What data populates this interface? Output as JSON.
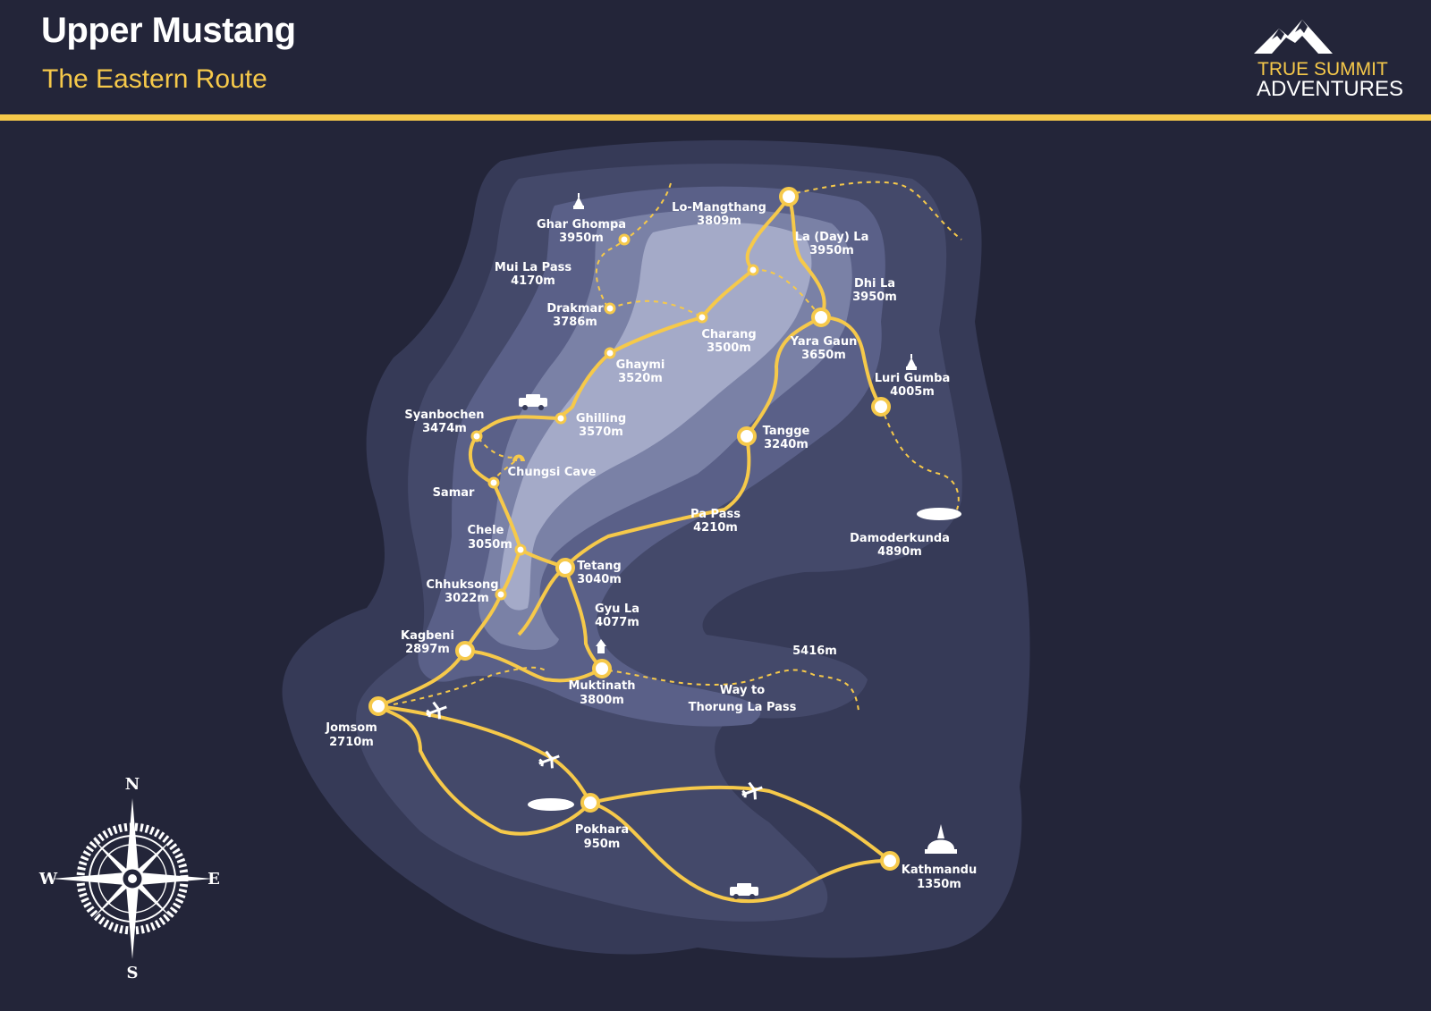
{
  "header": {
    "title": "Upper Mustang",
    "subtitle": "The Eastern Route"
  },
  "brand": {
    "line1": "TRUE SUMMIT",
    "line2": "ADVENTURES",
    "icon": "mountain-icon"
  },
  "colors": {
    "background": "#232539",
    "accent": "#f6c94a",
    "text": "#ffffff"
  },
  "places": [
    {
      "name": "Lo-Mangthang",
      "elevation": "3809m"
    },
    {
      "name": "Ghar Ghompa",
      "elevation": "3950m"
    },
    {
      "name": "La (Day) La",
      "elevation": "3950m"
    },
    {
      "name": "Mui La Pass",
      "elevation": "4170m"
    },
    {
      "name": "Dhi La",
      "elevation": "3950m"
    },
    {
      "name": "Drakmar",
      "elevation": "3786m"
    },
    {
      "name": "Charang",
      "elevation": "3500m"
    },
    {
      "name": "Yara Gaun",
      "elevation": "3650m"
    },
    {
      "name": "Ghaymi",
      "elevation": "3520m"
    },
    {
      "name": "Luri Gumba",
      "elevation": "4005m"
    },
    {
      "name": "Syanbochen",
      "elevation": "3474m"
    },
    {
      "name": "Ghilling",
      "elevation": "3570m"
    },
    {
      "name": "Tangge",
      "elevation": "3240m"
    },
    {
      "name": "Chungsi Cave",
      "elevation": ""
    },
    {
      "name": "Samar",
      "elevation": ""
    },
    {
      "name": "Pa Pass",
      "elevation": "4210m"
    },
    {
      "name": "Damoderkunda",
      "elevation": "4890m"
    },
    {
      "name": "Chele",
      "elevation": "3050m"
    },
    {
      "name": "Tetang",
      "elevation": "3040m"
    },
    {
      "name": "Chhuksong",
      "elevation": "3022m"
    },
    {
      "name": "Gyu La",
      "elevation": "4077m"
    },
    {
      "name": "Kagbeni",
      "elevation": "2897m"
    },
    {
      "name": "Muktinath",
      "elevation": "3800m"
    },
    {
      "name": "Way to",
      "elevation": "Thorung La Pass"
    },
    {
      "name": "Jomsom",
      "elevation": "2710m"
    },
    {
      "name": "Pokhara",
      "elevation": "950m"
    },
    {
      "name": "Kathmandu",
      "elevation": "1350m"
    }
  ],
  "peak_label": "5416m",
  "compass": {
    "n": "N",
    "s": "S",
    "e": "E",
    "w": "W"
  },
  "icons": [
    "stupa-icon",
    "temple-icon",
    "cave-icon",
    "jeep-icon",
    "airplane-icon",
    "lake-icon",
    "compass-rose-icon"
  ]
}
